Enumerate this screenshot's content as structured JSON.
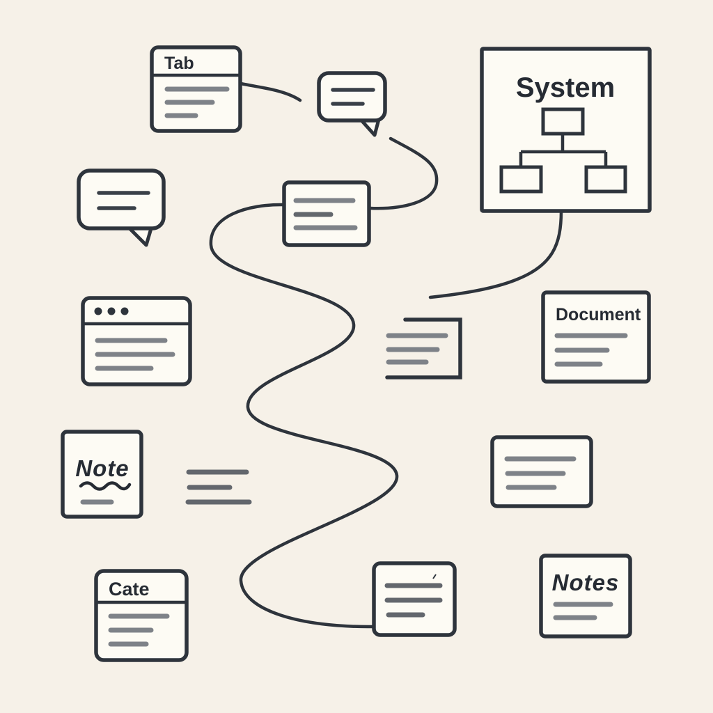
{
  "colors": {
    "bg": "#f6f1e8",
    "card_fill": "#fdfbf4",
    "stroke_dark": "#2e343c",
    "text_dark": "#262b33",
    "gray_line": "#7e8288",
    "gray_line_dark": "#63676d",
    "bubble_line": "#3a4048"
  },
  "labels": {
    "tab_card": "Tab",
    "system_box": "System",
    "document_card": "Document",
    "note_card": "Note",
    "cate_card": "Cate",
    "notes_card": "Notes"
  },
  "icons": {
    "speech_bubble_top": "speech-bubble-icon",
    "speech_bubble_left": "speech-bubble-icon",
    "browser_window": "browser-window-icon",
    "org_chart": "org-chart-icon",
    "open_document_sheet": "document-sheet-icon",
    "note_squiggle": "squiggle-underline-icon",
    "window_dots": "window-control-dots-icon"
  }
}
